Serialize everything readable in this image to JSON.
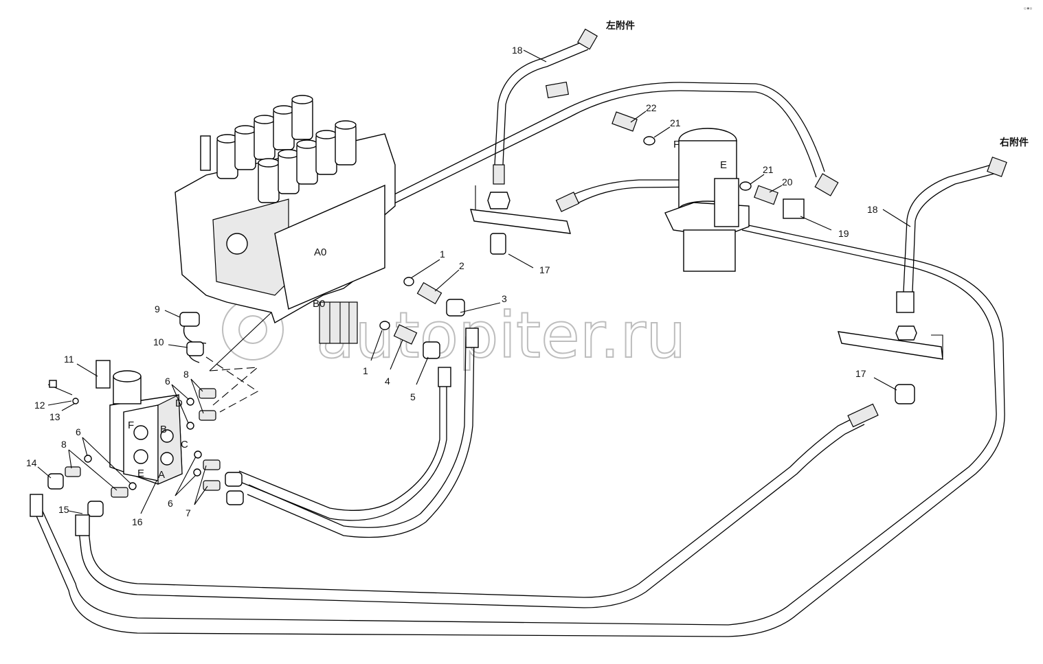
{
  "diagram": {
    "watermark": "autopiter.ru",
    "corner_mark": "▫▪▫",
    "annotations": {
      "left_attachment": "左附件",
      "right_attachment": "右附件"
    },
    "ports": [
      "A0",
      "B0",
      "F",
      "E",
      "D",
      "C",
      "B",
      "F",
      "E",
      "A"
    ],
    "callouts": [
      "18",
      "22",
      "21",
      "21",
      "20",
      "19",
      "17",
      "18",
      "17",
      "1",
      "2",
      "3",
      "1",
      "4",
      "5",
      "9",
      "10",
      "11",
      "12",
      "13",
      "6",
      "8",
      "6",
      "8",
      "14",
      "15",
      "16",
      "6",
      "7"
    ]
  }
}
